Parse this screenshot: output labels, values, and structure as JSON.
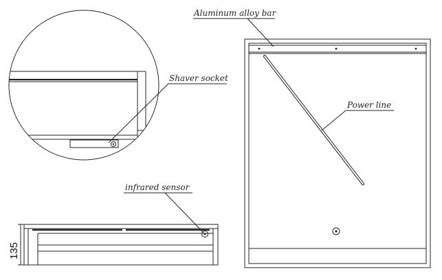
{
  "labels": {
    "aluminum_bar": "Aluminum alloy bar",
    "shaver_socket": "Shaver socket",
    "power_line": "Power line",
    "infrared_sensor": "infrared sensor"
  },
  "dimensions": {
    "height": "135"
  },
  "colors": {
    "line": "#222222",
    "background": "#ffffff"
  }
}
